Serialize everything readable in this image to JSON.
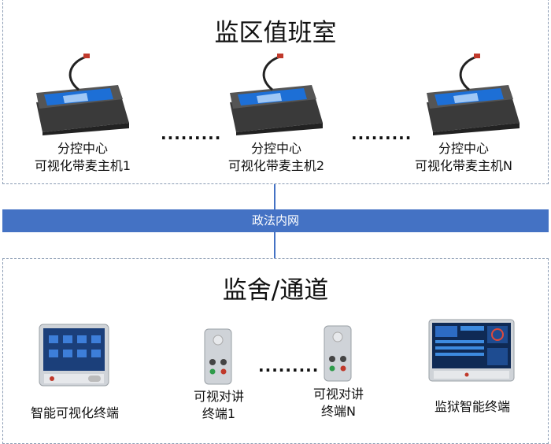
{
  "top_section": {
    "title": "监区值班室",
    "hosts": [
      {
        "line1": "分控中心",
        "line2": "可视化带麦主机1"
      },
      {
        "line1": "分控中心",
        "line2": "可视化带麦主机2"
      },
      {
        "line1": "分控中心",
        "line2": "可视化带麦主机N"
      }
    ],
    "dots": [
      "·········",
      "·········"
    ]
  },
  "network": {
    "label": "政法内网"
  },
  "bottom_section": {
    "title": "监舍/通道",
    "devices": [
      {
        "label": "智能可视化终端"
      },
      {
        "line1": "可视对讲",
        "line2": "终端1"
      },
      {
        "line1": "可视对讲",
        "line2": "终端N"
      },
      {
        "label": "监狱智能终端"
      }
    ],
    "dots": "·········"
  },
  "colors": {
    "accent": "#4472c4",
    "dash_border": "#8a9bb3"
  }
}
